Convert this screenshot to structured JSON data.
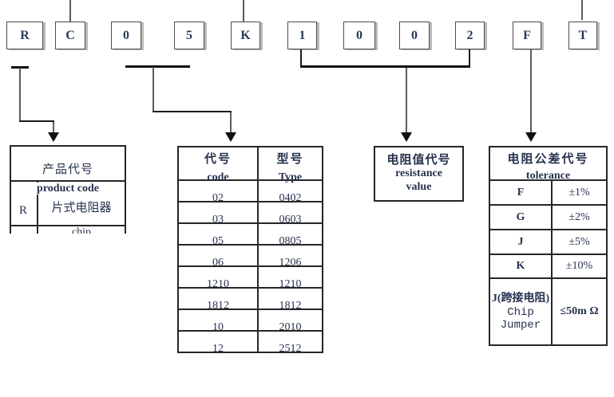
{
  "colors": {
    "ink": "#26324e",
    "line": "#1c1c1c",
    "table_border": "#262626",
    "background": "#ffffff"
  },
  "part_code_boxes": [
    "R",
    "C",
    "0",
    "5",
    "K",
    "1",
    "0",
    "0",
    "2",
    "F",
    "T"
  ],
  "product_table": {
    "title_cn": "产品代号",
    "title_en": "product code",
    "code": "R",
    "desc_cn": "片式电阻器",
    "desc_en": "chip"
  },
  "size_table": {
    "col1_cn": "代号",
    "col1_en": "code",
    "col2_cn": "型号",
    "col2_en": "Type",
    "rows": [
      [
        "02",
        "0402"
      ],
      [
        "03",
        "0603"
      ],
      [
        "05",
        "0805"
      ],
      [
        "06",
        "1206"
      ],
      [
        "1210",
        "1210"
      ],
      [
        "1812",
        "1812"
      ],
      [
        "10",
        "2010"
      ],
      [
        "12",
        "2512"
      ]
    ]
  },
  "resistance_box": {
    "title_cn": "电阻值代号",
    "title_en_line1": "resistance",
    "title_en_line2": "value"
  },
  "tolerance_table": {
    "title_cn": "电阻公差代号",
    "title_en": "tolerance",
    "rows": [
      [
        "F",
        "±1%"
      ],
      [
        "G",
        "±2%"
      ],
      [
        "J",
        "±5%"
      ],
      [
        "K",
        "±10%"
      ]
    ],
    "jumper_row": {
      "code_cn": "J(跨接电阻)",
      "code_en_line1": "Chip",
      "code_en_line2": "Jumper",
      "value": "≤50m Ω"
    }
  }
}
